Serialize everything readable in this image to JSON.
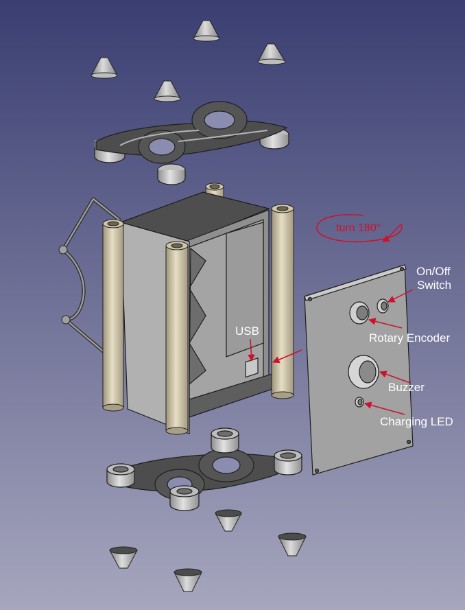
{
  "annotations": {
    "usb": "USB",
    "turn": "turn 180°",
    "on_off_line1": "On/Off",
    "on_off_line2": "Switch",
    "rotary_encoder": "Rotary Encoder",
    "buzzer": "Buzzer",
    "charging_led": "Charging LED"
  },
  "colors": {
    "background_top": "#3b3f72",
    "background_bottom": "#a4a4bc",
    "part_gray": "#a9a9a9",
    "part_dark": "#5a5a5a",
    "rod": "#d8cfb4",
    "annotation_red": "#d0102a",
    "label_white": "#ffffff"
  }
}
